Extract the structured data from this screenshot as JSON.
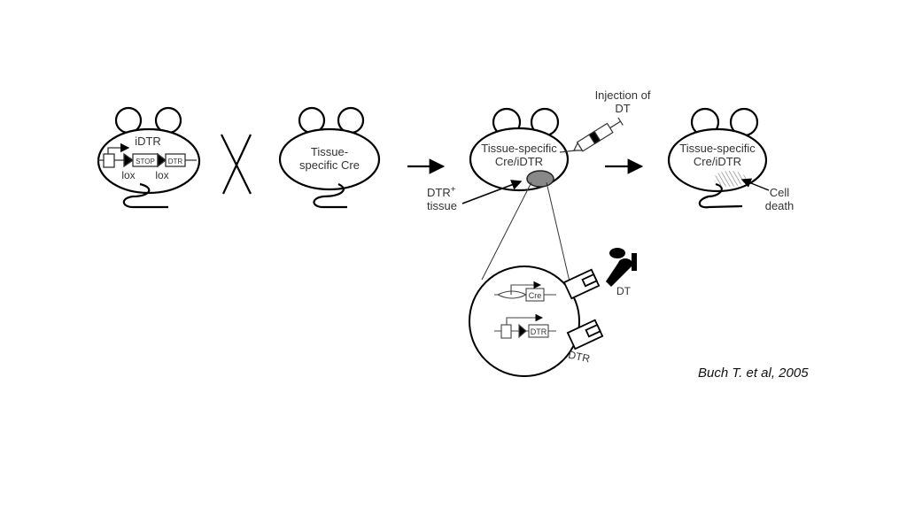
{
  "mouse1": {
    "title": "iDTR",
    "stop": "STOP",
    "dtr": "DTR",
    "lox1": "lox",
    "lox2": "lox"
  },
  "mouse2": {
    "line1": "Tissue-",
    "line2": "specific Cre"
  },
  "mouse3": {
    "line1": "Tissue-specific",
    "line2": "Cre/iDTR"
  },
  "injection": {
    "line1": "Injection of",
    "line2": "DT"
  },
  "dtr_tissue": {
    "line1": "DTR",
    "sup": "+",
    "line2": "tissue"
  },
  "mouse4": {
    "line1": "Tissue-specific",
    "line2": "Cre/iDTR"
  },
  "cell_death": {
    "line1": "Cell",
    "line2": "death"
  },
  "cell": {
    "cre": "Cre",
    "dtr": "DTR",
    "receptor_label": "DTR",
    "toxin_label": "DT"
  },
  "citation": "Buch T. et al, 2005"
}
